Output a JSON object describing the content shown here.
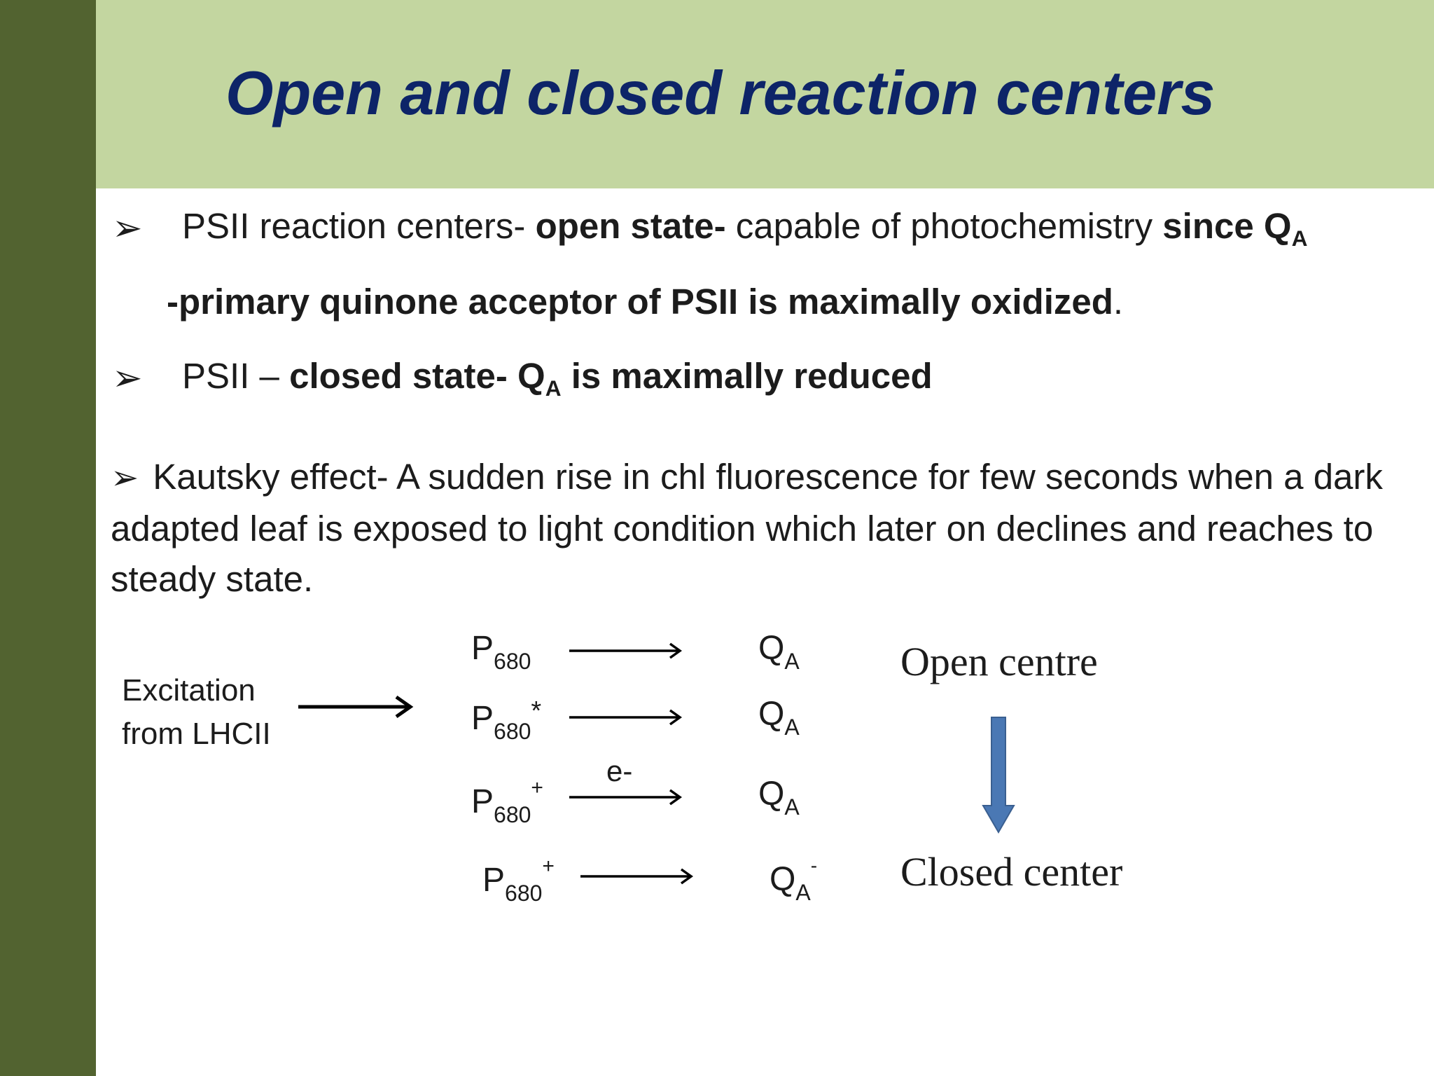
{
  "slide": {
    "title": "Open and closed reaction centers",
    "colors": {
      "sidebar": "#526330",
      "header": "#c3d6a0",
      "title": "#0d2468",
      "arrow_block": "#4a78b4"
    },
    "bullet_glyph": "➢",
    "bullet1": {
      "t1": "PSII reaction centers-",
      "t2": "open state-",
      "t3": " capable of photochemistry ",
      "t4": "since Q",
      "t4_sub": "A",
      "line2_bold": "-primary quinone acceptor of PSII is maximally oxidized",
      "line2_end": "."
    },
    "bullet2": {
      "t1": "PSII – ",
      "t2": "closed state-  Q",
      "t2_sub": "A",
      "t3": " is maximally reduced"
    },
    "bullet3": {
      "text": "Kautsky effect- A sudden rise in chl fluorescence for few seconds when a dark adapted leaf is exposed to light condition which later on declines and reaches to steady state."
    },
    "diagram": {
      "excitation_line1": "Excitation",
      "excitation_line2": "from LHCII",
      "p": "P",
      "p_sub": "680",
      "star": "*",
      "plus": "+",
      "q": "Q",
      "q_sub": "A",
      "minus": "-",
      "electron_label": "e-",
      "open_label": "Open centre",
      "closed_label": "Closed center"
    }
  }
}
